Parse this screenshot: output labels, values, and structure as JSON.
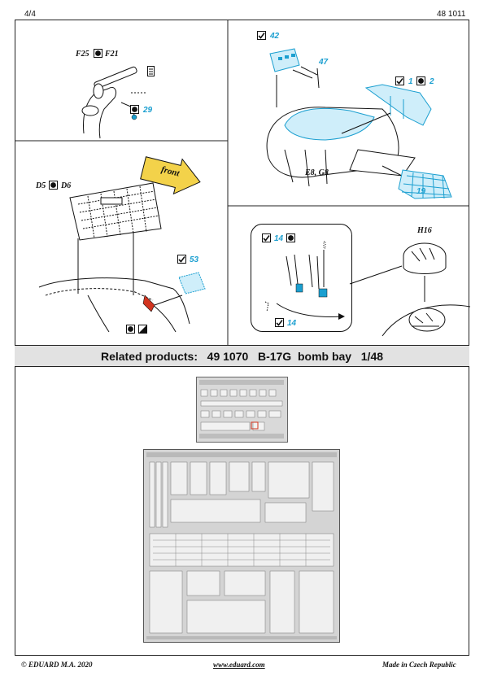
{
  "header": {
    "page_number": "4/4",
    "catalog_number": "48 1011"
  },
  "panels": {
    "top_left": {
      "part_a": "F25",
      "part_b": "F21",
      "etch_29": "29"
    },
    "top_right": {
      "etch_42": "42",
      "dim_47": "47",
      "etch_1": "1",
      "etch_2": "2",
      "parts": "E8, G8",
      "etch_19": "19"
    },
    "mid_left": {
      "front_arrow": "front",
      "part_a": "D5",
      "part_b": "D6",
      "etch_53": "53"
    },
    "mid_right": {
      "etch_14a": "14",
      "etch_14b": "14",
      "part_h16": "H16"
    }
  },
  "related": {
    "prefix": "Related products:",
    "number": "49 1070",
    "name": "B-17G  bomb bay",
    "scale": "1/48"
  },
  "footer": {
    "copyright": "© EDUARD  M.A. 2020",
    "website": "www.eduard.com",
    "origin": "Made in Czech Republic"
  },
  "colors": {
    "accent_blue": "#1b9fd0",
    "etch_fill": "#cfeefa",
    "arrow_yellow": "#f3d24a",
    "bar_gray": "#e2e2e2",
    "red_part": "#d2341f"
  },
  "icons": [
    "bend-icon",
    "photo-etch-icon",
    "glue-icon",
    "check-icon"
  ]
}
